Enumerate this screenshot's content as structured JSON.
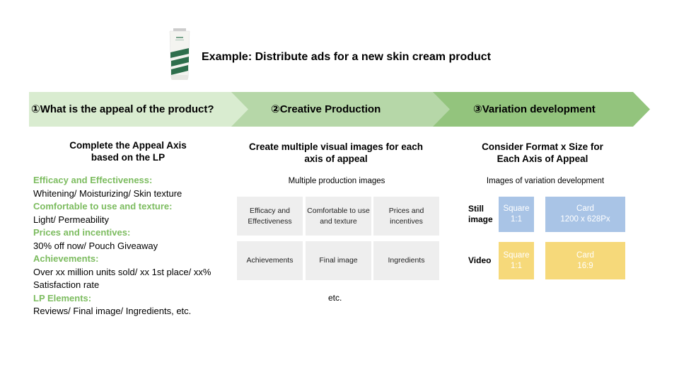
{
  "title": "Example: Distribute ads for a new skin cream product",
  "steps": [
    {
      "label": "①What is the appeal of the product?",
      "color": "#d9ecd0"
    },
    {
      "label": "②Creative Production",
      "color": "#b6d7a8"
    },
    {
      "label": "③Variation development",
      "color": "#93c47d"
    }
  ],
  "column1": {
    "heading": "Complete the Appeal Axis based on the LP",
    "items": [
      {
        "category": "Efficacy and Effectiveness:",
        "text": "Whitening/ Moisturizing/ Skin texture"
      },
      {
        "category": "Comfortable to use and texture:",
        "text": "Light/ Permeability"
      },
      {
        "category": "Prices and incentives:",
        "text": "30% off now/ Pouch Giveaway"
      },
      {
        "category": "Achievements:",
        "text": "Over xx million units sold/ xx 1st place/ xx% Satisfaction rate"
      },
      {
        "category": "LP Elements:",
        "text": "Reviews/ Final image/ Ingredients, etc."
      }
    ]
  },
  "column2": {
    "heading": "Create multiple visual images for each axis of appeal",
    "sublabel": "Multiple production images",
    "cells": [
      "Efficacy and Effectiveness",
      "Comfortable to use and texture",
      "Prices and incentives",
      "Achievements",
      "Final image",
      "Ingredients"
    ],
    "etc": "etc."
  },
  "column3": {
    "heading": "Consider Format x Size for Each Axis of Appeal",
    "sublabel": "Images of variation development",
    "rows": [
      {
        "label": "Still image",
        "square": {
          "name": "Square",
          "size": "1:1"
        },
        "card": {
          "name": "Card",
          "size": "1200 x 628Px"
        }
      },
      {
        "label": "Video",
        "square": {
          "name": "Square",
          "size": "1:1"
        },
        "card": {
          "name": "Card",
          "size": "16:9"
        }
      }
    ]
  }
}
